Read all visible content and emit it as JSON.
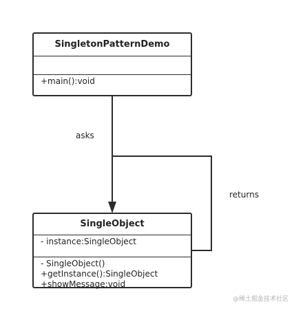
{
  "classes": {
    "demo": {
      "name": "SingletonPatternDemo",
      "attributes": [],
      "methods": [
        "+main():void"
      ]
    },
    "single": {
      "name": "SingleObject",
      "attributes": [
        "- instance:SingleObject"
      ],
      "methods": [
        "- SingleObject()",
        "+getInstance():SingleObject",
        "+showMessage:void"
      ]
    }
  },
  "relations": {
    "asks": "asks",
    "returns": "returns"
  },
  "watermark": "@稀土掘金技术社区",
  "colors": {
    "line": "#2b2b2b",
    "watermark": "#b4b4b4"
  }
}
